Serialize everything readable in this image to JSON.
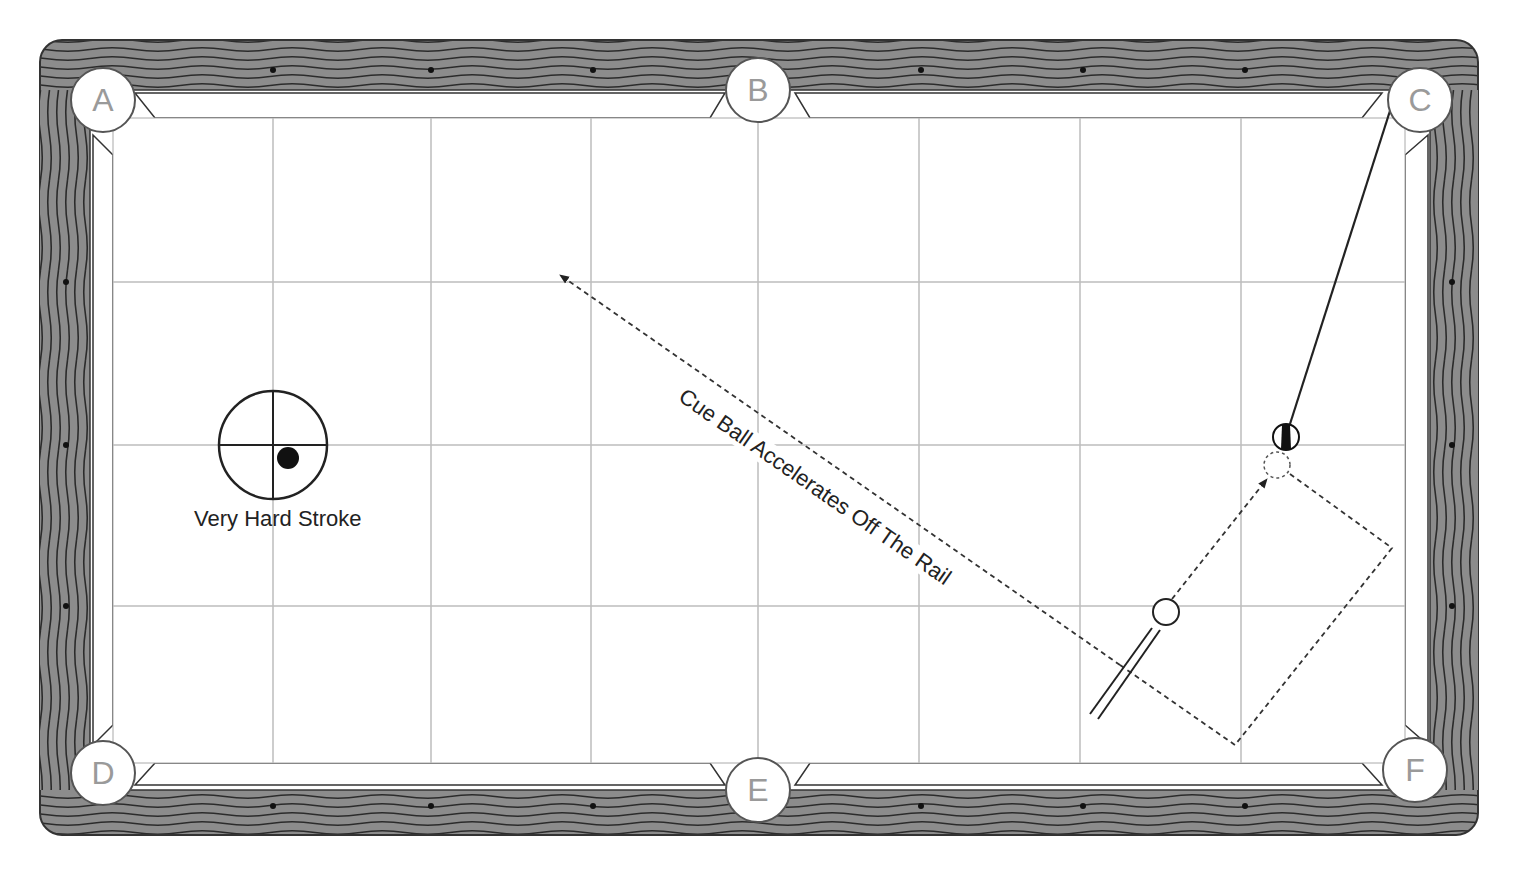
{
  "diagram": {
    "nodes": [
      {
        "text": [
          "A"
        ]
      },
      {
        "text": [
          "B"
        ]
      },
      {
        "text": [
          "C"
        ]
      },
      {
        "text": [
          "D"
        ]
      },
      {
        "text": [
          "E"
        ]
      },
      {
        "text": [
          "F"
        ]
      }
    ],
    "labels": [
      "Cue Ball Accelerates Off The Rail",
      "Very Hard Stroke"
    ]
  }
}
